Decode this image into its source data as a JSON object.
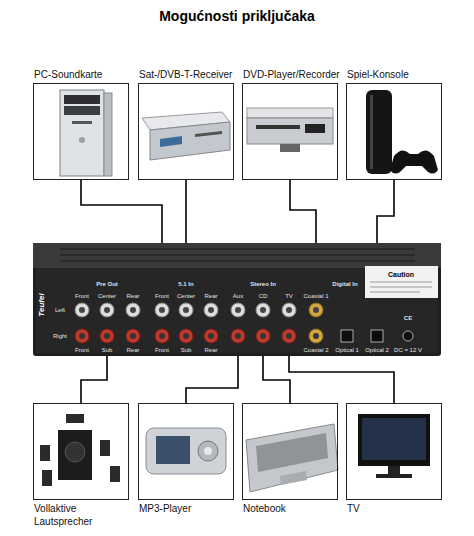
{
  "diagram": {
    "title": "Mogućnosti priključaka",
    "nodes": [
      {
        "text": [
          "PC-Soundkarte"
        ]
      },
      {
        "text": [
          "Sat-/DVB-T-Receiver"
        ]
      },
      {
        "text": [
          "DVD-Player/Recorder"
        ]
      },
      {
        "text": [
          "Spiel-Konsole"
        ]
      },
      {
        "text": [
          "Teufel",
          "Pre Out",
          "Front",
          "Center",
          "Rear",
          "5.1 In",
          "Front",
          "Center",
          "Rear",
          "Stereo In",
          "Aux",
          "CD",
          "TV",
          "Digital In",
          "Coaxial 1",
          "Caution",
          "Left",
          "Right",
          "Front",
          "Sub",
          "Rear",
          "Front",
          "Sub",
          "Rear",
          "Coaxial 2",
          "Optical 1",
          "Optical 2",
          "DC = 12 V",
          "CE"
        ]
      },
      {
        "text": [
          "Vollaktive Lautsprecher"
        ]
      },
      {
        "text": [
          "MP3-Player"
        ]
      },
      {
        "text": [
          "Notebook"
        ]
      },
      {
        "text": [
          "TV"
        ]
      }
    ],
    "edges": [
      {
        "from": 0,
        "to": 4,
        "arrow": "none"
      },
      {
        "from": 1,
        "to": 4,
        "arrow": "none"
      },
      {
        "from": 2,
        "to": 4,
        "arrow": "none"
      },
      {
        "from": 3,
        "to": 4,
        "arrow": "none"
      },
      {
        "from": 4,
        "to": 5,
        "arrow": "none"
      },
      {
        "from": 6,
        "to": 4,
        "arrow": "none"
      },
      {
        "from": 7,
        "to": 4,
        "arrow": "none"
      },
      {
        "from": 8,
        "to": 4,
        "arrow": "none"
      }
    ]
  }
}
